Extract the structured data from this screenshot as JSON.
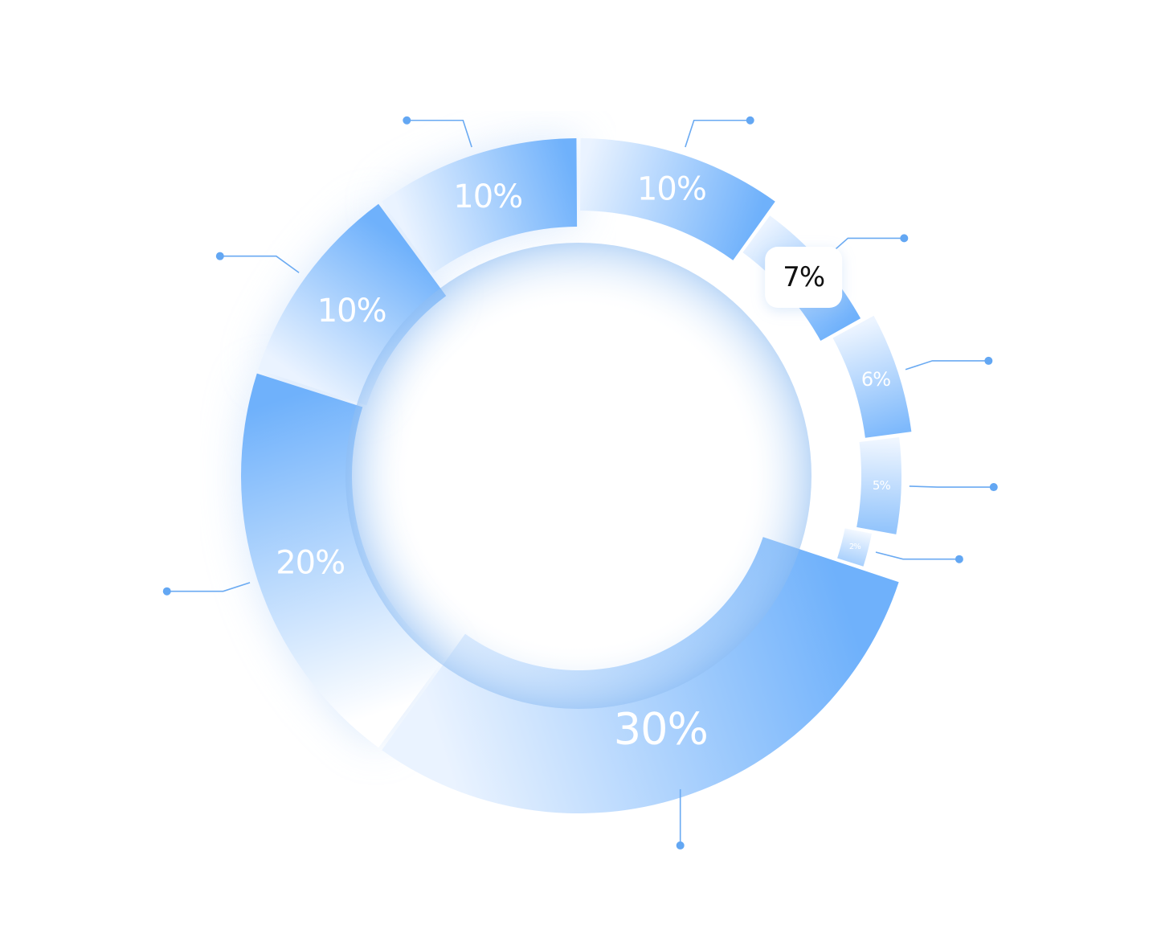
{
  "chart_data": {
    "type": "pie",
    "variant": "donut",
    "title": "",
    "slices": [
      {
        "label": "10%",
        "value": 10
      },
      {
        "label": "7%",
        "value": 7
      },
      {
        "label": "6%",
        "value": 6
      },
      {
        "label": "5%",
        "value": 5
      },
      {
        "label": "2%",
        "value": 2
      },
      {
        "label": "30%",
        "value": 30
      },
      {
        "label": "20%",
        "value": 20
      },
      {
        "label": "10%",
        "value": 10
      },
      {
        "label": "10%",
        "value": 10
      }
    ],
    "legend": "none",
    "colors": {
      "strong": "#6fb1fb",
      "light": "#eaf3ff",
      "leader": "#63a7f3",
      "highlight_text": "#111111"
    }
  }
}
